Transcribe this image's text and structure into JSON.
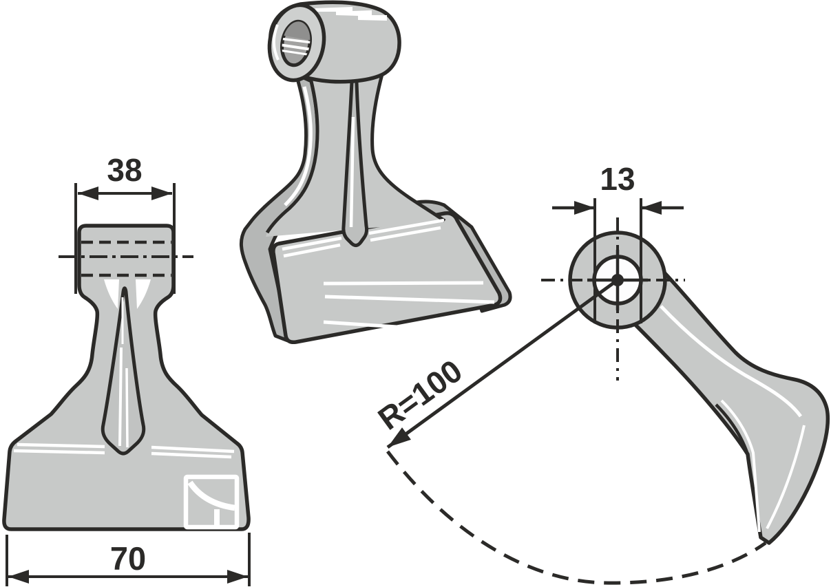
{
  "drawing": {
    "subject": "hammer-flail-mower-blade",
    "views": {
      "front": "front-view-with-width-dimensions",
      "perspective": "3d-perspective-view",
      "side": "side-view-with-bore-and-swing-radius"
    }
  },
  "dimensions": {
    "hub_width": "38",
    "blade_width": "70",
    "bore_diameter": "13",
    "swing_radius": "R=100"
  },
  "colors": {
    "outline": "#2b2a28",
    "fill": "#c7c9c8",
    "fill_shade": "#b5b7b6",
    "fill_dark": "#a2a2a1",
    "highlight": "#ffffff",
    "background": "#ffffff"
  }
}
